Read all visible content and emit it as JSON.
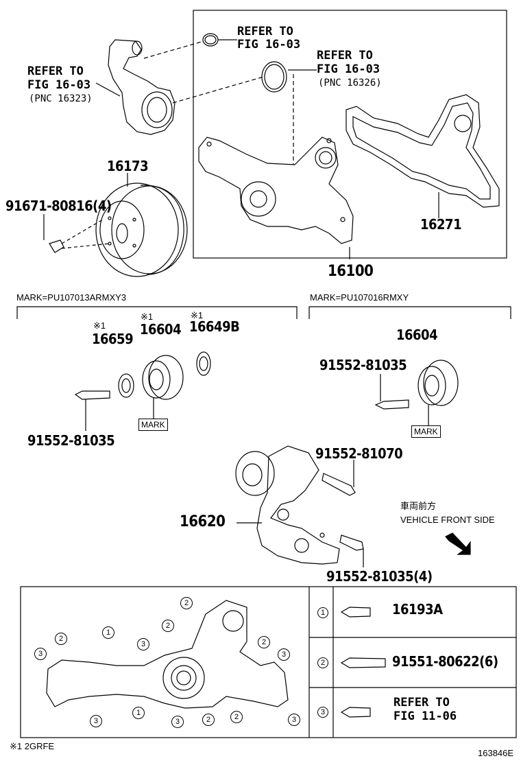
{
  "refs": {
    "r1_l1": "REFER TO",
    "r1_l2": "FIG 16-03",
    "r2_l1": "REFER TO",
    "r2_l2": "FIG 16-03",
    "r2_pnc": "(PNC 16326)",
    "r3_l1": "REFER TO",
    "r3_l2": "FIG 16-03",
    "r3_pnc": "(PNC 16323)"
  },
  "parts": {
    "p16173": "16173",
    "p91671": "91671-80816(4)",
    "p16271": "16271",
    "p16100": "16100",
    "p16659": "16659",
    "p16604a": "16604",
    "p16649b": "16649B",
    "p91552a": "91552-81035",
    "p16604b": "16604",
    "p91552b": "91552-81035",
    "p91552_70": "91552-81070",
    "p16620": "16620",
    "p91552_4": "91552-81035(4)"
  },
  "marks": {
    "markA": "MARK=PU107013ARMXY3",
    "markB": "MARK=PU107016RMXY",
    "label1": "MARK",
    "label2": "MARK"
  },
  "notes": {
    "star": "※1",
    "jp": "車両前方",
    "front": "VEHICLE FRONT SIDE",
    "footnote": "※1 2GRFE",
    "code": "163846E"
  },
  "legend": {
    "n1": "1",
    "n2": "2",
    "n3": "3",
    "l1": "16193A",
    "l2": "91551-80622(6)",
    "l3_1": "REFER TO",
    "l3_2": "FIG 11-06"
  },
  "callouts": [
    "1",
    "2",
    "3"
  ]
}
